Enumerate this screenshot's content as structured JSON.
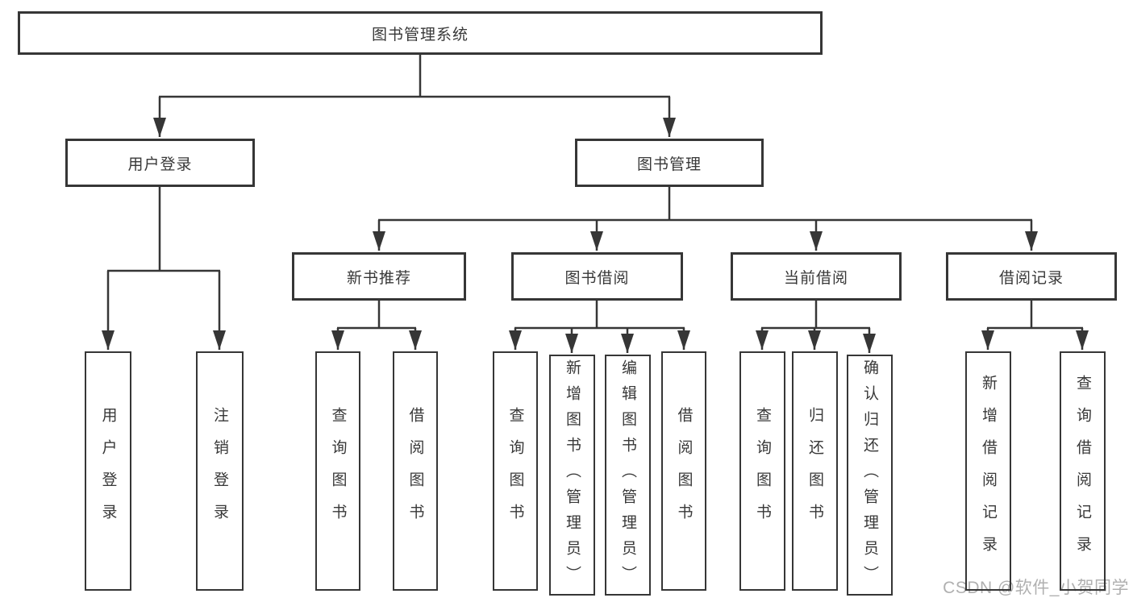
{
  "tree": {
    "root": {
      "label": "图书管理系统"
    },
    "branches": [
      {
        "label": "用户登录",
        "children": [
          {
            "label": "用户登录"
          },
          {
            "label": "注销登录"
          }
        ]
      },
      {
        "label": "图书管理",
        "children": [
          {
            "label": "新书推荐",
            "children": [
              {
                "label": "查询图书"
              },
              {
                "label": "借阅图书"
              }
            ]
          },
          {
            "label": "图书借阅",
            "children": [
              {
                "label": "查询图书"
              },
              {
                "label": "新增图书（管理员）"
              },
              {
                "label": "编辑图书（管理员）"
              },
              {
                "label": "借阅图书"
              }
            ]
          },
          {
            "label": "当前借阅",
            "children": [
              {
                "label": "查询图书"
              },
              {
                "label": "归还图书"
              },
              {
                "label": "确认归还（管理员）"
              }
            ]
          },
          {
            "label": "借阅记录",
            "children": [
              {
                "label": "新增借阅记录"
              },
              {
                "label": "查询借阅记录"
              }
            ]
          }
        ]
      }
    ]
  },
  "watermark": "CSDN @软件_小贺同学",
  "colors": {
    "line": "#363636",
    "box_border": "#363636",
    "text": "#383838",
    "watermark": "#b0b0b0",
    "background": "#ffffff"
  }
}
